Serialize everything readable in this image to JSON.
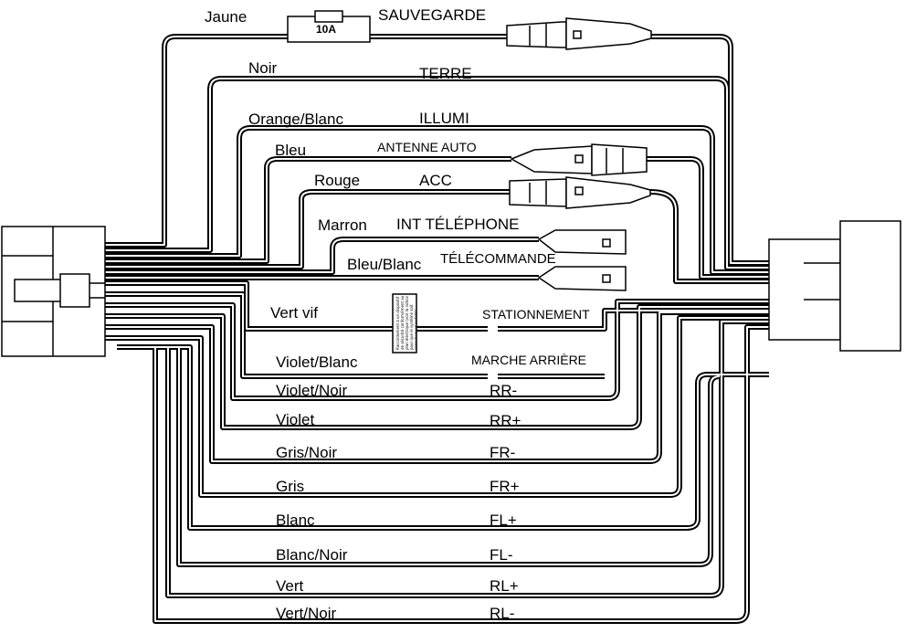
{
  "wires": [
    {
      "color": "Jaune",
      "function": "SAUVEGARDE"
    },
    {
      "color": "Noir",
      "function": "TERRE"
    },
    {
      "color": "Orange/Blanc",
      "function": "ILLUMI"
    },
    {
      "color": "Bleu",
      "function": "ANTENNE AUTO"
    },
    {
      "color": "Rouge",
      "function": "ACC"
    },
    {
      "color": "Marron",
      "function": "INT TÉLÉPHONE"
    },
    {
      "color": "Bleu/Blanc",
      "function": "TÉLÉCOMMANDE"
    },
    {
      "color": "Vert vif",
      "function": "STATIONNEMENT"
    },
    {
      "color": "Violet/Blanc",
      "function": "MARCHE ARRIÈRE"
    },
    {
      "color": "Violet/Noir",
      "function": "RR-"
    },
    {
      "color": "Violet",
      "function": "RR+"
    },
    {
      "color": "Gris/Noir",
      "function": "FR-"
    },
    {
      "color": "Gris",
      "function": "FR+"
    },
    {
      "color": "Blanc",
      "function": "FL+"
    },
    {
      "color": "Blanc/Noir",
      "function": "FL-"
    },
    {
      "color": "Vert",
      "function": "RL+"
    },
    {
      "color": "Vert/Noir",
      "function": "RL-"
    }
  ],
  "fuse_rating": "10A",
  "parking_note": "Raccordement à un dispositif de sécurité conformément au plan électrique (voir la notice pour que le système soit correctement installé)."
}
